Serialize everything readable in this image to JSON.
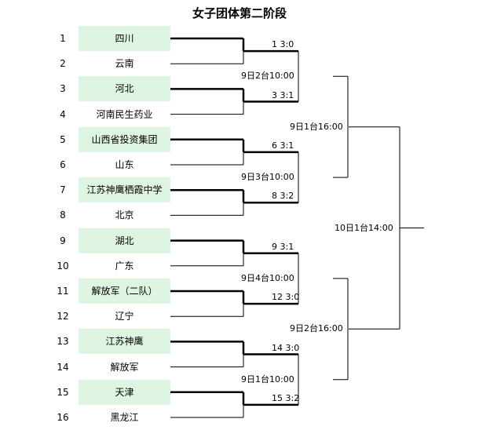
{
  "title": "女子团体第二阶段",
  "teams": [
    {
      "seed": "1",
      "name": "四川",
      "winner": true
    },
    {
      "seed": "2",
      "name": "云南",
      "winner": false
    },
    {
      "seed": "3",
      "name": "河北",
      "winner": true
    },
    {
      "seed": "4",
      "name": "河南民生药业",
      "winner": false
    },
    {
      "seed": "5",
      "name": "山西省投资集团",
      "winner": true
    },
    {
      "seed": "6",
      "name": "山东",
      "winner": false
    },
    {
      "seed": "7",
      "name": "江苏神鹰栖霞中学",
      "winner": true
    },
    {
      "seed": "8",
      "name": "北京",
      "winner": false
    },
    {
      "seed": "9",
      "name": "湖北",
      "winner": true
    },
    {
      "seed": "10",
      "name": "广东",
      "winner": false
    },
    {
      "seed": "11",
      "name": "解放军（二队）",
      "winner": true
    },
    {
      "seed": "12",
      "name": "辽宁",
      "winner": false
    },
    {
      "seed": "13",
      "name": "江苏神鹰",
      "winner": true
    },
    {
      "seed": "14",
      "name": "解放军",
      "winner": false
    },
    {
      "seed": "15",
      "name": "天津",
      "winner": true
    },
    {
      "seed": "16",
      "name": "黑龙江",
      "winner": false
    }
  ],
  "round1": [
    {
      "match": "1",
      "score": "3:0"
    },
    {
      "match": "3",
      "score": "3:1"
    },
    {
      "match": "6",
      "score": "3:1"
    },
    {
      "match": "8",
      "score": "3:2"
    },
    {
      "match": "9",
      "score": "3:1"
    },
    {
      "match": "12",
      "score": "3:0"
    },
    {
      "match": "14",
      "score": "3:0"
    },
    {
      "match": "15",
      "score": "3:2"
    }
  ],
  "round2": [
    "9日2台10:00",
    "9日3台10:00",
    "9日4台10:00",
    "9日1台10:00"
  ],
  "round3": [
    "9日1台16:00",
    "9日2台16:00"
  ],
  "final": "10日1台14:00"
}
